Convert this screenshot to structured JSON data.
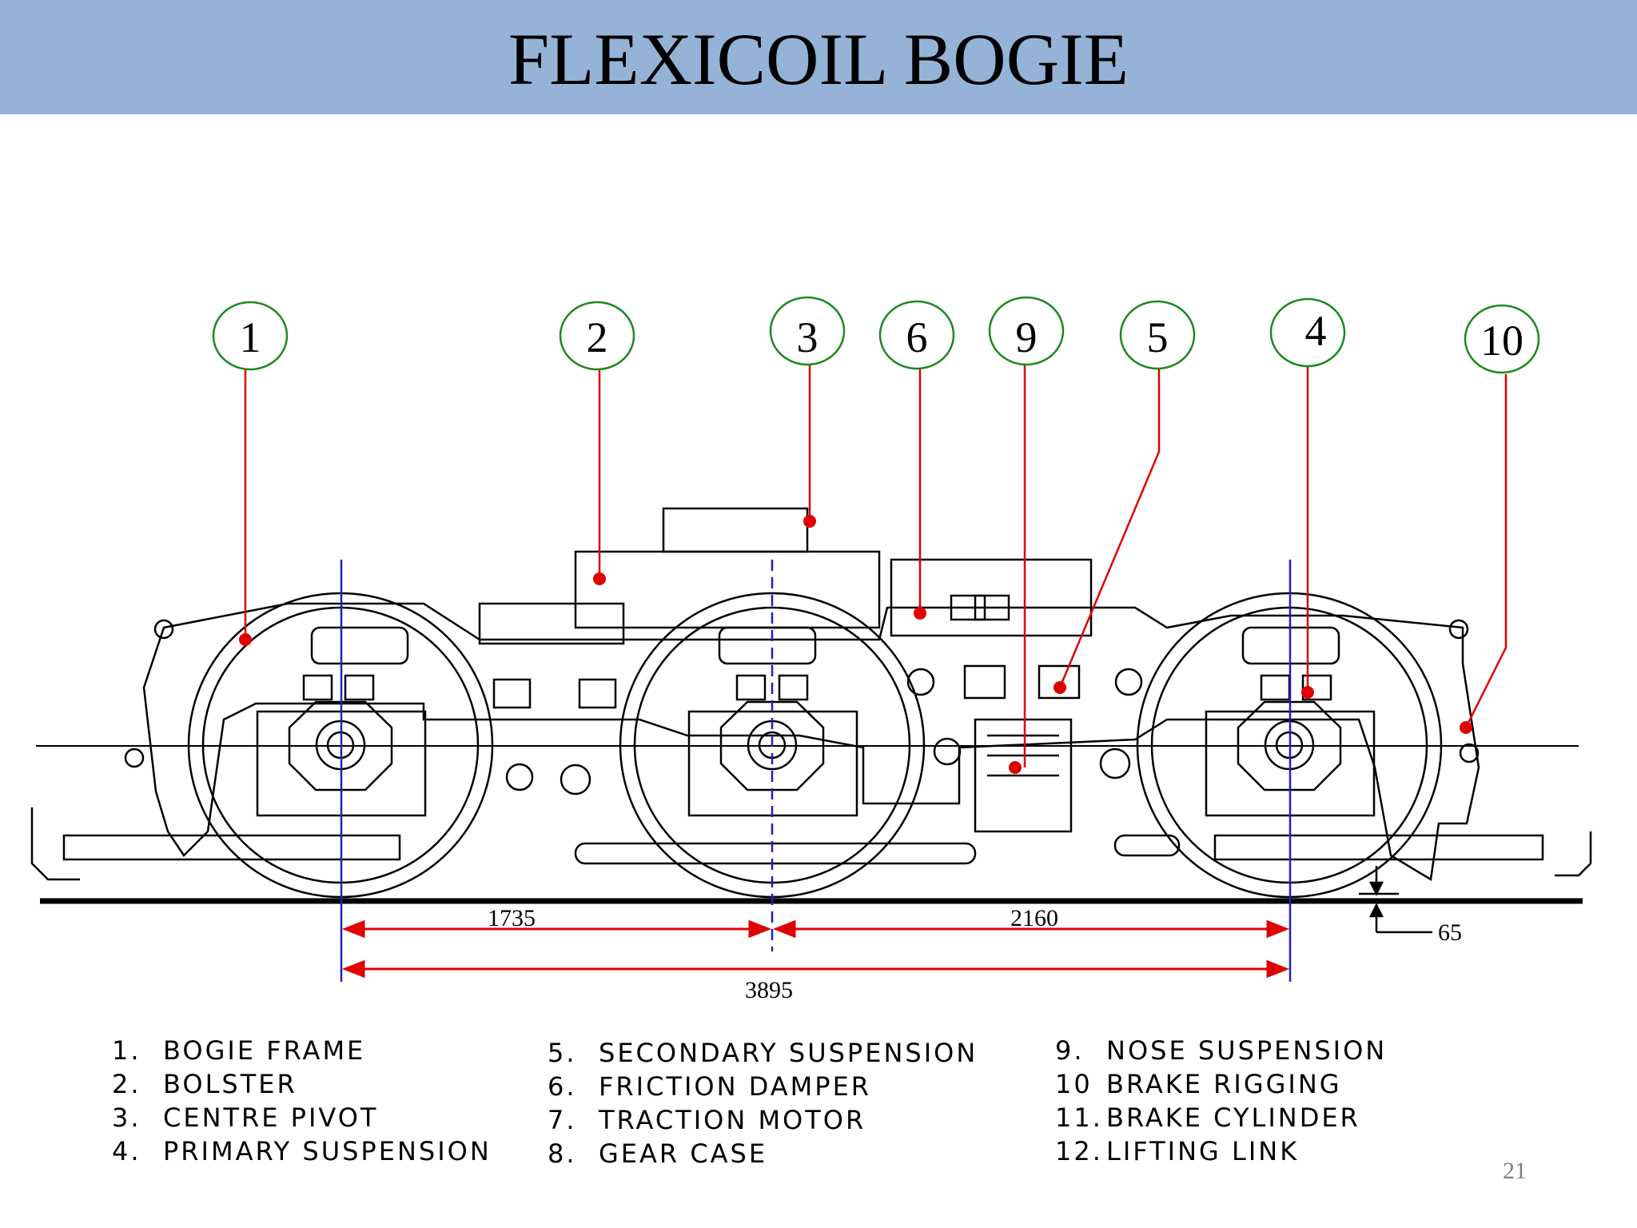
{
  "title": "FLEXICOIL BOGIE",
  "callouts": [
    {
      "label": "1"
    },
    {
      "label": "2"
    },
    {
      "label": "3"
    },
    {
      "label": "6"
    },
    {
      "label": "9"
    },
    {
      "label": "5"
    },
    {
      "label": "4"
    },
    {
      "label": "10"
    }
  ],
  "dimensions": {
    "d1735": "1735",
    "d2160": "2160",
    "d3895": "3895",
    "d65": "65"
  },
  "legend": {
    "col1": [
      {
        "num": "1.",
        "text": "BOGIE FRAME"
      },
      {
        "num": "2.",
        "text": "BOLSTER"
      },
      {
        "num": "3.",
        "text": "CENTRE PIVOT"
      },
      {
        "num": "4.",
        "text": "PRIMARY SUSPENSION"
      }
    ],
    "col2": [
      {
        "num": "5.",
        "text": "SECONDARY SUSPENSION"
      },
      {
        "num": "6.",
        "text": "FRICTION DAMPER"
      },
      {
        "num": "7.",
        "text": "TRACTION MOTOR"
      },
      {
        "num": "8.",
        "text": "GEAR CASE"
      }
    ],
    "col3": [
      {
        "num": "9.",
        "text": "NOSE SUSPENSION"
      },
      {
        "num": "10",
        "text": "BRAKE RIGGING"
      },
      {
        "num": "11.",
        "text": "BRAKE CYLINDER"
      },
      {
        "num": "12.",
        "text": "LIFTING LINK"
      }
    ]
  },
  "page_number": "21",
  "colors": {
    "band": "#95b3d7",
    "leader": "#e00000",
    "callout_ring": "#1a8a1a",
    "axle_line": "#2020c0"
  }
}
